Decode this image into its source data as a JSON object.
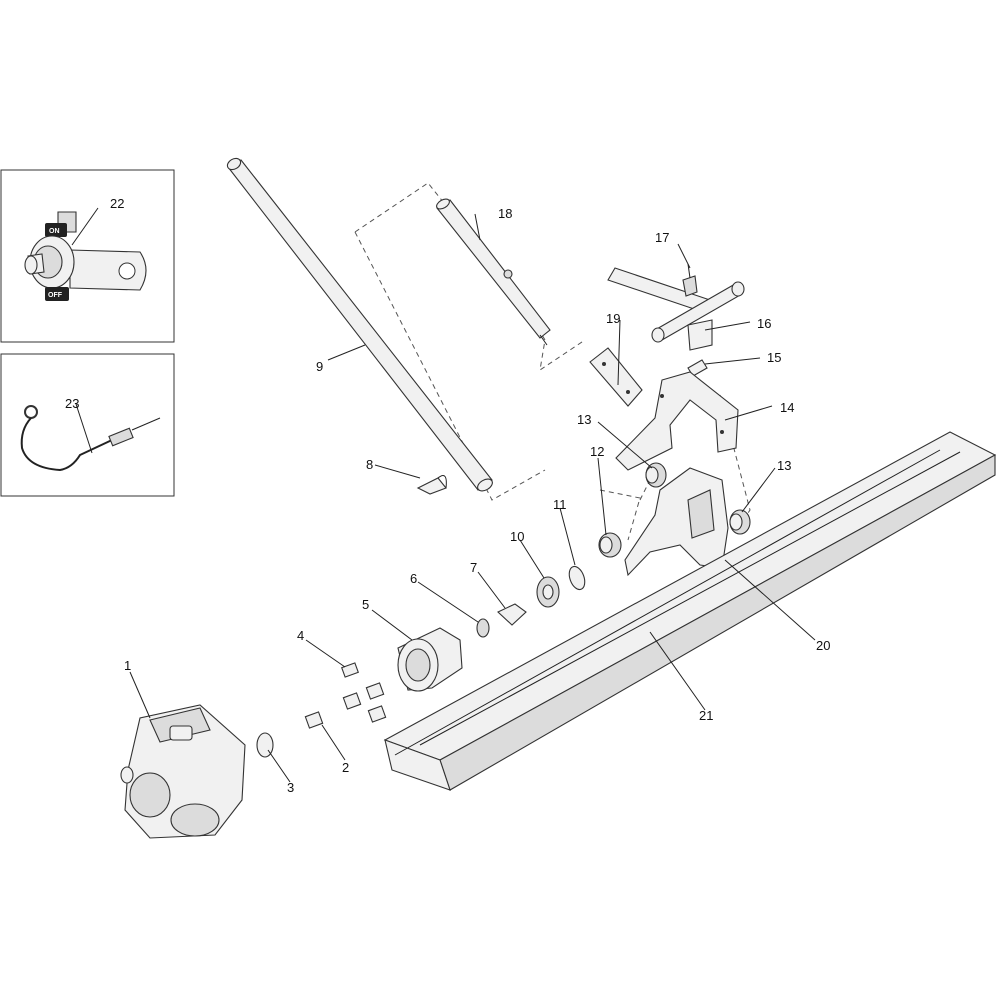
{
  "callouts": {
    "c1": "1",
    "c2": "2",
    "c3": "3",
    "c4": "4",
    "c5": "5",
    "c6": "6",
    "c7": "7",
    "c8": "8",
    "c9": "9",
    "c10": "10",
    "c11": "11",
    "c12": "12",
    "c13a": "13",
    "c13b": "13",
    "c14": "14",
    "c15": "15",
    "c16": "16",
    "c17": "17",
    "c18": "18",
    "c19": "19",
    "c20": "20",
    "c21": "21",
    "c22": "22",
    "c23": "23"
  },
  "switch_labels": {
    "on": "ON",
    "off": "OFF"
  }
}
